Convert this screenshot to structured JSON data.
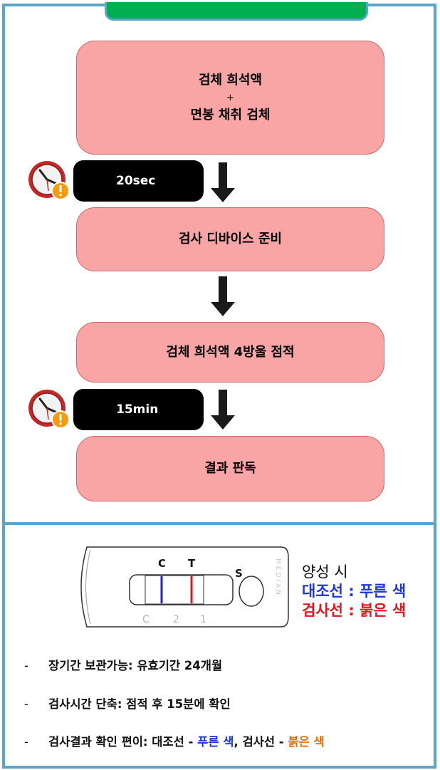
{
  "steps": {
    "step1_line1": "검체 희석액",
    "step1_plus": "+",
    "step1_line2": "면봉 채취 검체",
    "step2": "검사 디바이스 준비",
    "step3": "검체 희석액 4방울 점적",
    "step4": "결과 판독"
  },
  "timers": {
    "t1": "20sec",
    "t2": "15min"
  },
  "strip": {
    "label_c": "C",
    "label_t": "T",
    "label_s": "S",
    "base_c": "C",
    "base_2": "2",
    "base_1": "1",
    "brand": "MEDIAN",
    "control_line_color": "#2323c8",
    "test_line_color": "#e8141e"
  },
  "legend": {
    "positive": "양성 시",
    "control": "대조선 : 푸른 색",
    "test": "검사선 : 붉은 색"
  },
  "bullets": {
    "dash": "-",
    "b1": "장기간 보관가능: 유효기간 24개월",
    "b2": "검사시간 단축: 점적 후 15분에 확인",
    "b3_prefix": "검사결과 확인 편이: 대조선 - ",
    "b3_blue": "푸른 색",
    "b3_mid": ", 검사선 - ",
    "b3_orange": "붉은 색"
  },
  "colors": {
    "frame": "#5aa5c9",
    "header": "#00b050",
    "step_fill": "#f9a5a5",
    "timer": "#000000",
    "control_text": "#1d34e0",
    "test_text": "#e8141e",
    "accent_orange": "#ef6c00"
  },
  "icons": [
    "alarm-clock-warning-icon",
    "down-arrow-icon"
  ]
}
